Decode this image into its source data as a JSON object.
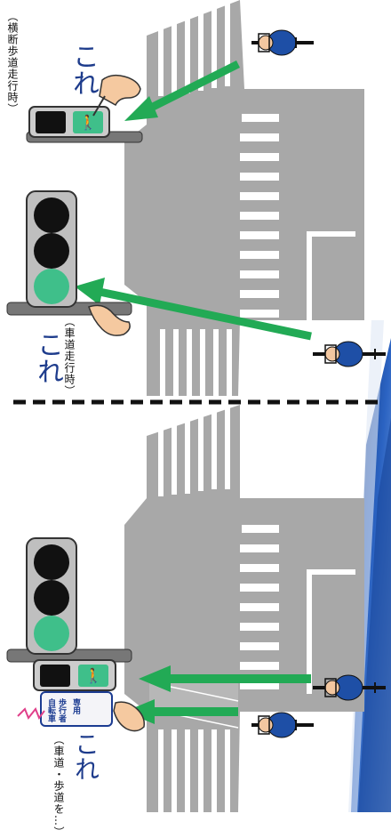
{
  "top_panel": {
    "crosswalk_label": "（横断歩道走行時）",
    "roadway_label": "（車道走行時）",
    "pointer_text_1": "これ",
    "pointer_text_2": "これ"
  },
  "bottom_panel": {
    "label": "（車道・歩道を…）",
    "pointer_text": "これ",
    "sign_col_1": "自転車",
    "sign_col_2": "歩行者",
    "sign_col_3": "専用"
  },
  "colors": {
    "road": "#a8a8a8",
    "arrow": "#22aa55",
    "signal_green": "#3fbf8a",
    "divider": "#111111",
    "accent_blue": "#1e4fa6"
  }
}
